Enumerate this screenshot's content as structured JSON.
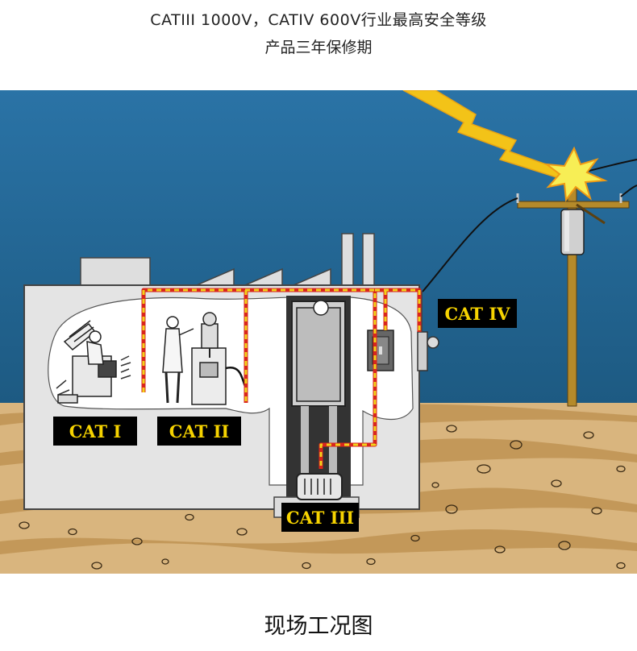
{
  "header": {
    "line1": "CATIII 1000V，CATIV 600V行业最高安全等级",
    "line2": "产品三年保修期"
  },
  "labels": {
    "cat1": "CAT I",
    "cat2": "CAT II",
    "cat3": "CAT III",
    "cat4": "CAT IV"
  },
  "caption": "现场工况图",
  "colors": {
    "sky_top": "#2c6fa0",
    "sky_bottom": "#1f5d86",
    "ground": "#dcb985",
    "wire_red": "#d9261c",
    "wire_yellow": "#f2d21b",
    "label_bg": "#000000",
    "label_text": "#f6d300",
    "lightning": "#f3c318"
  }
}
